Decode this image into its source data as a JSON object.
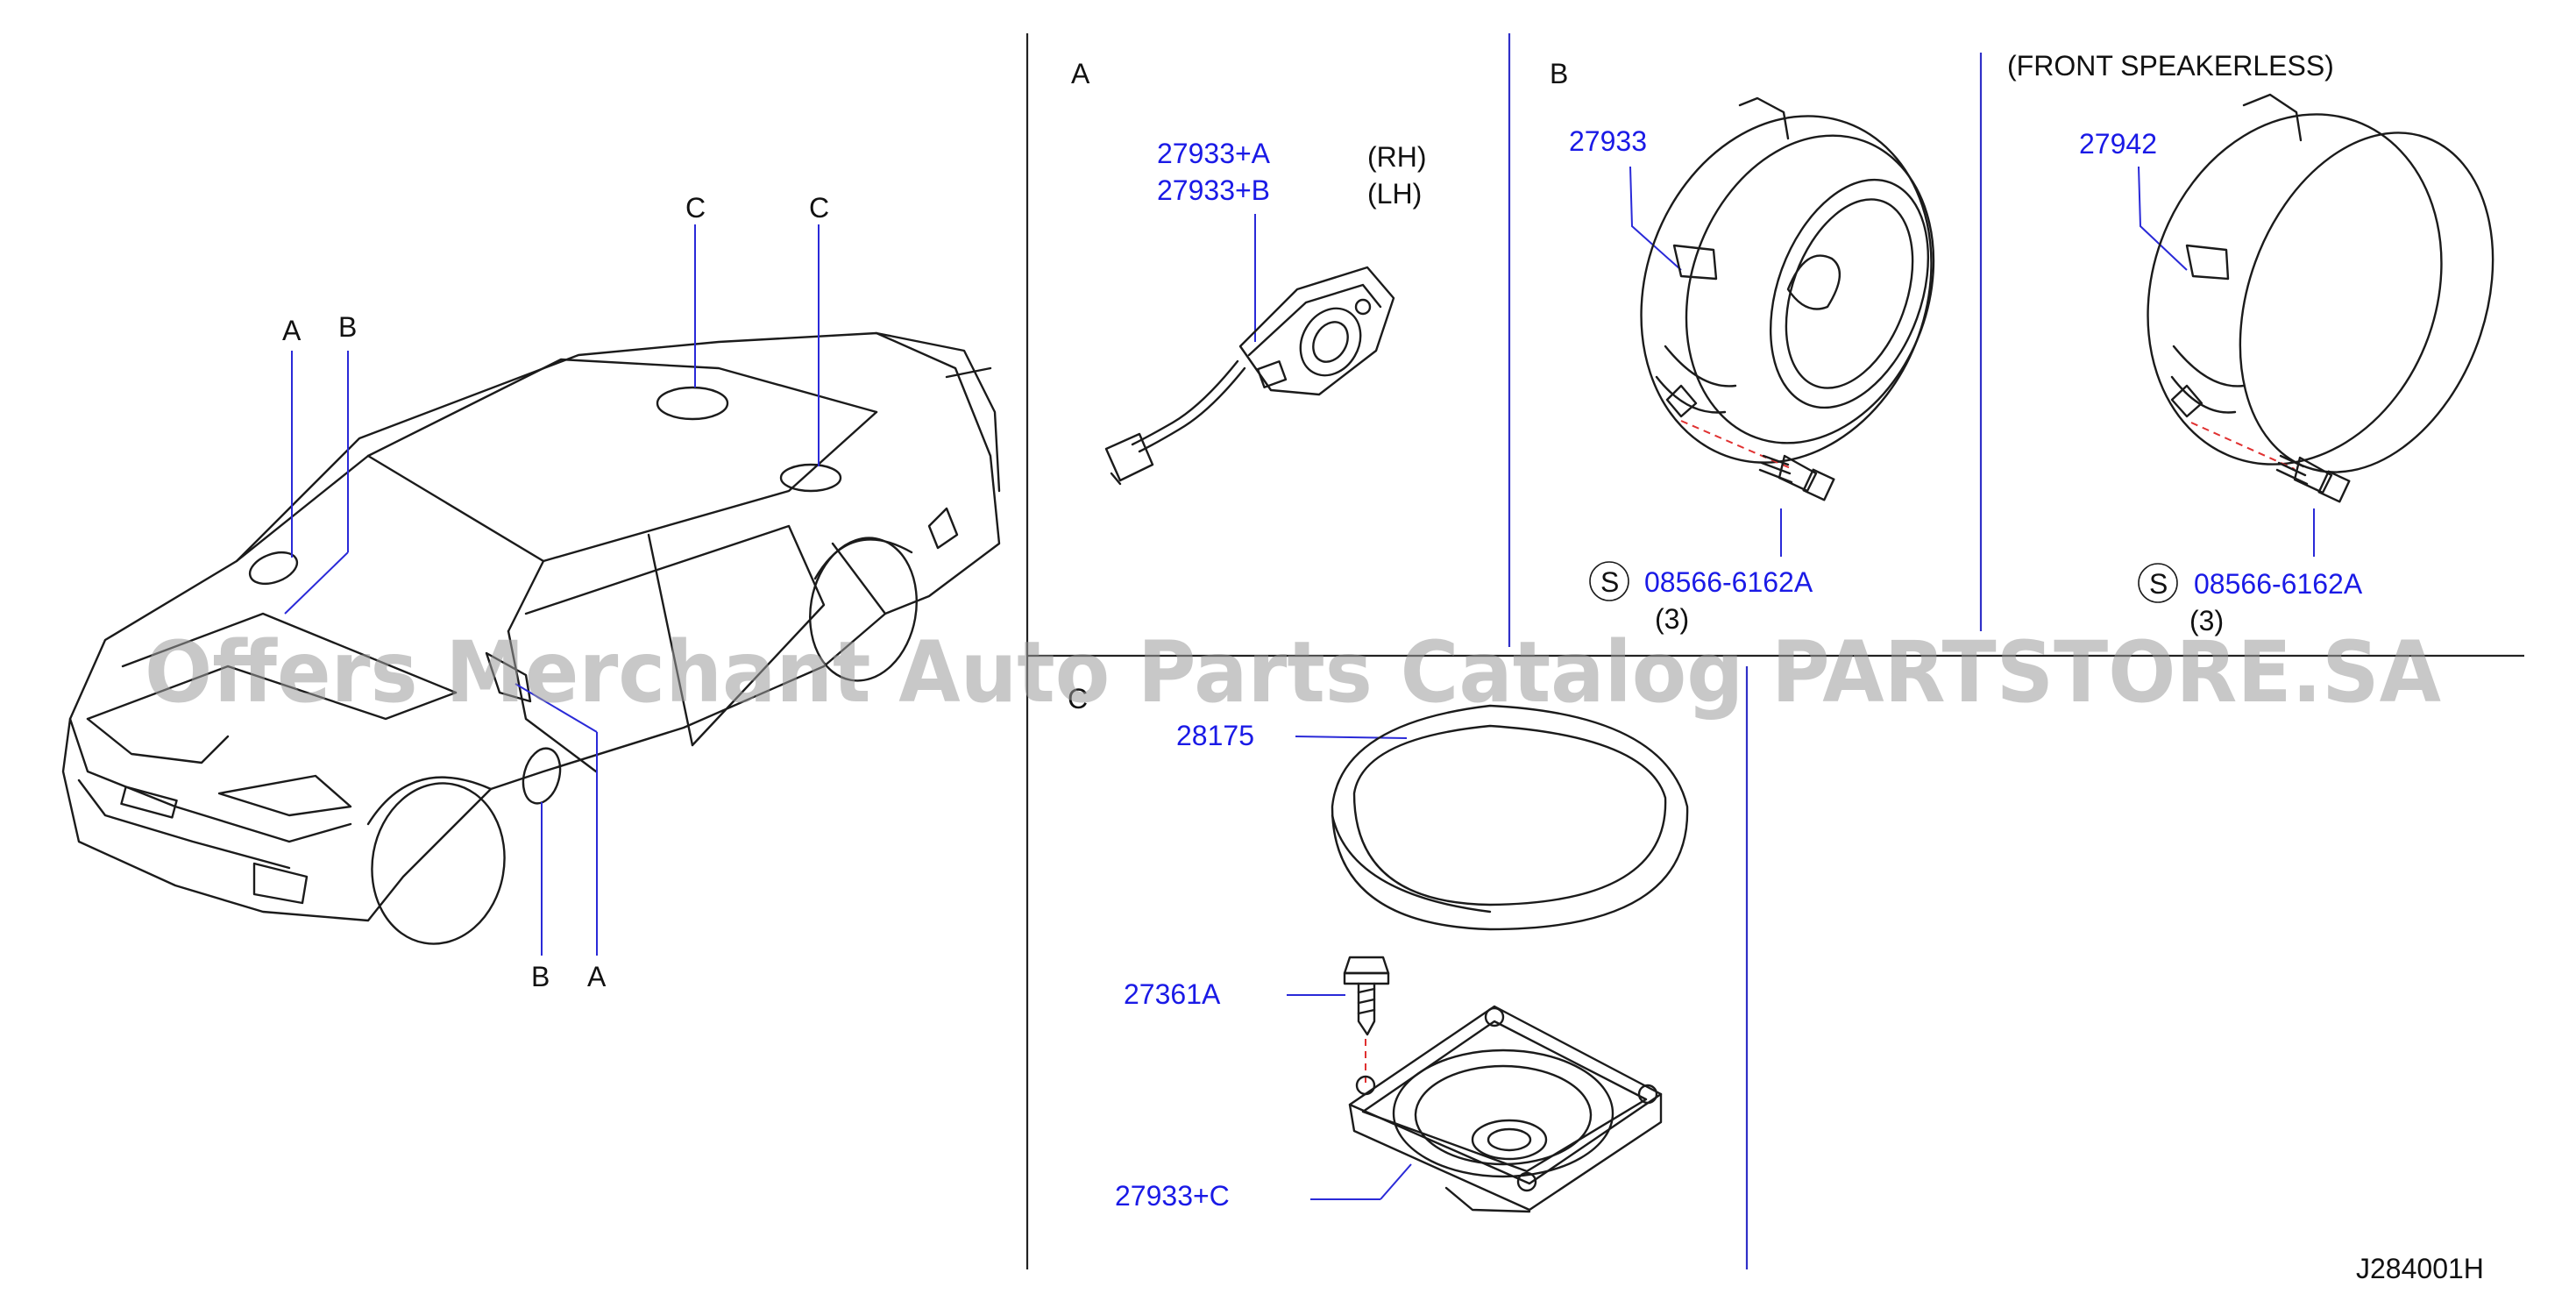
{
  "sections": {
    "A": {
      "letter": "A",
      "parts": [
        "27933+A",
        "27933+B"
      ],
      "sides": [
        "(RH)",
        "(LH)"
      ]
    },
    "B": {
      "letter": "B",
      "part": "27933",
      "screw_symbol": "S",
      "screw_part": "08566-6162A",
      "screw_qty": "(3)"
    },
    "D": {
      "caption": "(FRONT   SPEAKERLESS)",
      "part": "27942",
      "screw_symbol": "S",
      "screw_part": "08566-6162A",
      "screw_qty": "(3)"
    },
    "C": {
      "letter": "C",
      "grille_part": "28175",
      "bolt_part": "27361A",
      "speaker_part": "27933+C"
    }
  },
  "car_callouts": {
    "top": [
      "A",
      "B",
      "C",
      "C"
    ],
    "bottom": [
      "B",
      "A"
    ]
  },
  "diagram_id": "J284001H",
  "watermark": "Offers Merchant Auto Parts Catalog PARTSTORE.SA"
}
